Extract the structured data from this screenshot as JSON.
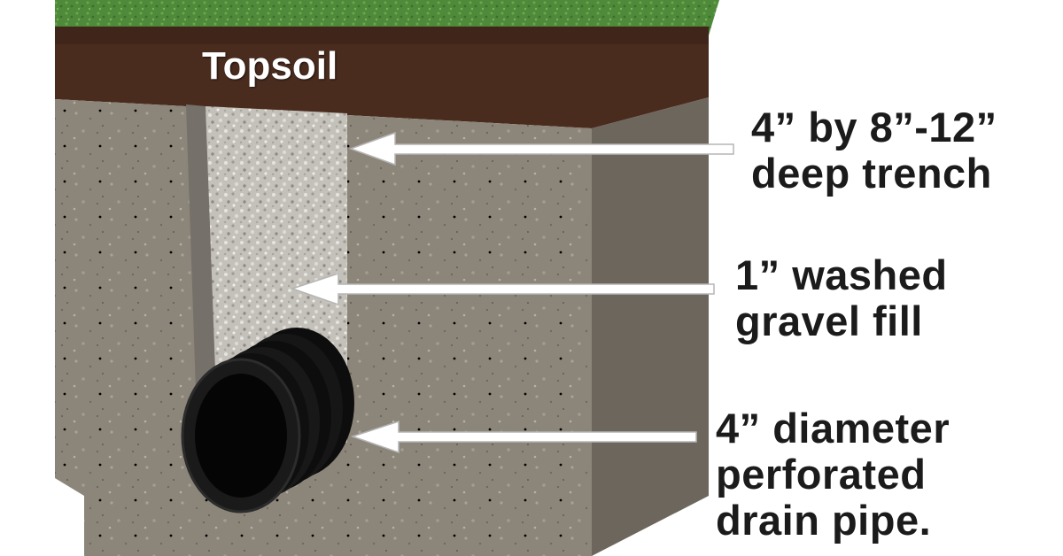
{
  "colors": {
    "grass": "#4f8a3a",
    "topsoil": "#4a2c1f",
    "soil_front": "#8c8579",
    "soil_side": "#6d665c",
    "gravel": "#c9c6c0",
    "pipe": "#141414",
    "arrow_fill": "#ffffff",
    "label_text": "#1b1b1b"
  },
  "layers": {
    "topsoil_label": "Topsoil"
  },
  "callouts": [
    {
      "id": "trench",
      "lines": [
        "4” by 8”-12”",
        "deep trench"
      ]
    },
    {
      "id": "gravel",
      "lines": [
        "1” washed",
        "gravel fill"
      ]
    },
    {
      "id": "pipe",
      "lines": [
        "4” diameter",
        "perforated",
        "drain pipe."
      ]
    }
  ]
}
